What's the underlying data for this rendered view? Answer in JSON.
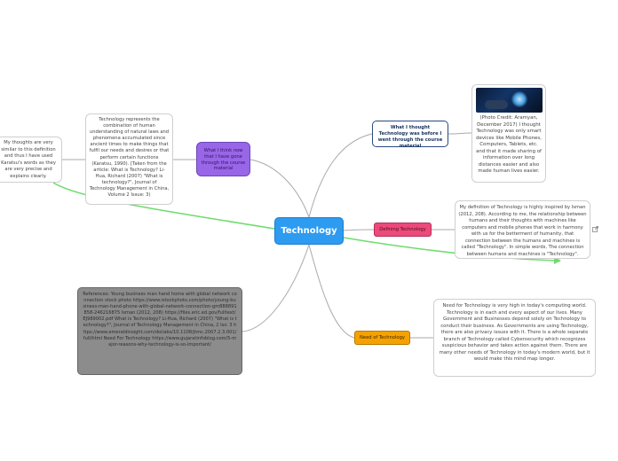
{
  "central": {
    "label": "Technology"
  },
  "branches": {
    "what_i_thought": {
      "label": "What I thought Technology was before I went through the course material"
    },
    "photo_note": {
      "text": "(Photo Credit: Aramyan, December 2017) I thought Technology was only smart devices like Mobile Phones, Computers, Tablets, etc. and that it made sharing of information over long distances easier and also made human lives easier."
    },
    "what_i_think_now": {
      "label": "What I think now that I have gone through the course material"
    },
    "technology_represents": {
      "text": "Technology represents the combination of human understanding of natural laws and phenomena accumulated since ancient times to make things that fulfil our needs and desires or that perform certain functions (Karatsu, 1990). [Taken from the article: What is Technology? Li-Hua, Richard (2007) \"What is technology?\", Journal of Technology Management in China, Volume 2 Issue: 3)"
    },
    "my_thoughts": {
      "text": "My thoughts are very similar to this definition and thus I have used Karatsu's words as they are very precise and explains clearly."
    },
    "defining": {
      "label": "Defining Technology"
    },
    "my_definition": {
      "text": "My definition of Technology is highly inspired by Isman (2012, 208). According to me, the relationship between humans and their thoughts with machines like computers and mobile phones that work in harmony with us for the betterment of humanity, that connection between the humans and machines is called \"Technology\". In simple words, The connection between humans and machines is \"Technology\"."
    },
    "need": {
      "label": "Need of Technology"
    },
    "need_note": {
      "text": "Need for Technology is very high in today's computing world. Technology is in each and every aspect of our lives. Many Government and Businesses depend solely on Technology to conduct their business. As Governments are using Technology, there are also privacy issues with it. There is a whole separate branch of Technology called Cybersecurity which recognizes suspicious behavior and takes action against them. There are many other needs of Technology in today's modern world, but it would make this mind map longer."
    },
    "references": {
      "text": "References: Young business man hand home with global network connection stock photo https://www.istockphoto.com/photo/young-business-man-hand-phone-with-global-network-connection-gm888891858-246216875 Isman (2012, 208) https://files.eric.ed.gov/fulltext/EJ989002.pdf What is Technology? Li-Hua, Richard (2007) \"What is technology?\", Journal of Technology Management in China, 2 Iss: 3 https://www.emeraldinsight.com/doi/abs/10.1108/jtmc.2007.2.3.001/full/html Need For Technology https://www.gujaratinfoblog.com/5-major-reasons-why-technology-is-so-important/"
    }
  },
  "colors": {
    "central": "#2d9bf0",
    "what_i_think_now": "#9966e8",
    "defining": "#ec4a7a",
    "need": "#f5a200",
    "references": "#8c8c8c",
    "relationship_line": "#6fdc6f",
    "branch_line": "#a9a9a9"
  },
  "icons": {
    "external_link": "external-link-icon"
  }
}
